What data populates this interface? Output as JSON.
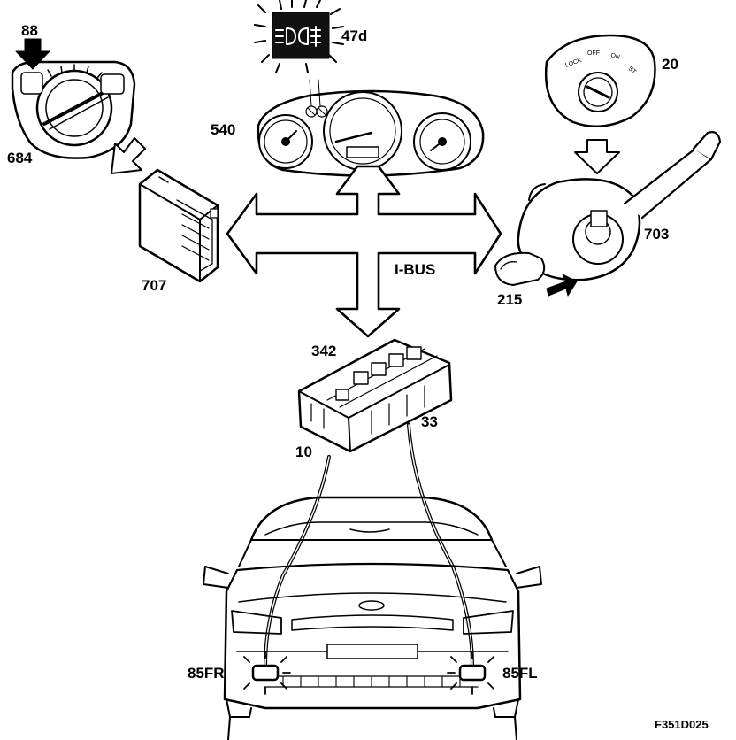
{
  "labels": {
    "light_switch_88": "88",
    "light_switch_module_684": "684",
    "fog_lamp_indicator_47d": "47d",
    "instrument_cluster_540": "540",
    "ignition_switch_20": "20",
    "steering_switch_703": "703",
    "rear_fog_switch_215": "215",
    "control_module_707": "707",
    "bus_name": "I-BUS",
    "fuse_relay_box_342": "342",
    "relay_output_10": "10",
    "relay_output_33": "33",
    "front_fog_right_85FR": "85FR",
    "front_fog_left_85FL": "85FL",
    "figure_ref": "F351D025"
  },
  "ignition_positions": [
    "LOCK",
    "OFF",
    "ON",
    "ST"
  ],
  "colors": {
    "ink": "#000000",
    "paper": "#ffffff",
    "indicator_bg": "#111111"
  },
  "icons": [
    "fog-lamp-icon",
    "rear-fog-lamp-icon",
    "arrow-icon",
    "lamp-glow-icon"
  ]
}
